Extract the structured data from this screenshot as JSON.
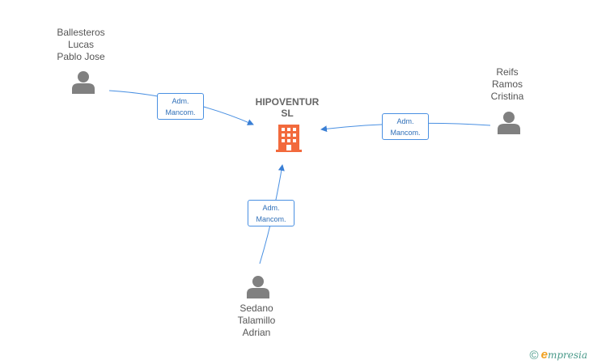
{
  "company": {
    "name_line1": "HIPOVENTUR",
    "name_line2": "SL"
  },
  "people": [
    {
      "id": "ballesteros",
      "lines": [
        "Ballesteros",
        "Lucas",
        "Pablo Jose"
      ]
    },
    {
      "id": "reifs",
      "lines": [
        "Reifs",
        "Ramos",
        "Cristina"
      ]
    },
    {
      "id": "sedano",
      "lines": [
        "Sedano",
        "Talamillo",
        "Adrian"
      ]
    }
  ],
  "relations": [
    {
      "from": "ballesteros",
      "line1": "Adm.",
      "line2": "Mancom."
    },
    {
      "from": "reifs",
      "line1": "Adm.",
      "line2": "Mancom."
    },
    {
      "from": "sedano",
      "line1": "Adm.",
      "line2": "Mancom."
    }
  ],
  "footer": {
    "copyright_symbol": "©",
    "brand_initial": "e",
    "brand_rest": "mpresia"
  },
  "colors": {
    "edge": "#4a90e2",
    "person_icon": "#808080",
    "company_icon": "#f26a3d",
    "label_text": "#2f6fb8"
  }
}
